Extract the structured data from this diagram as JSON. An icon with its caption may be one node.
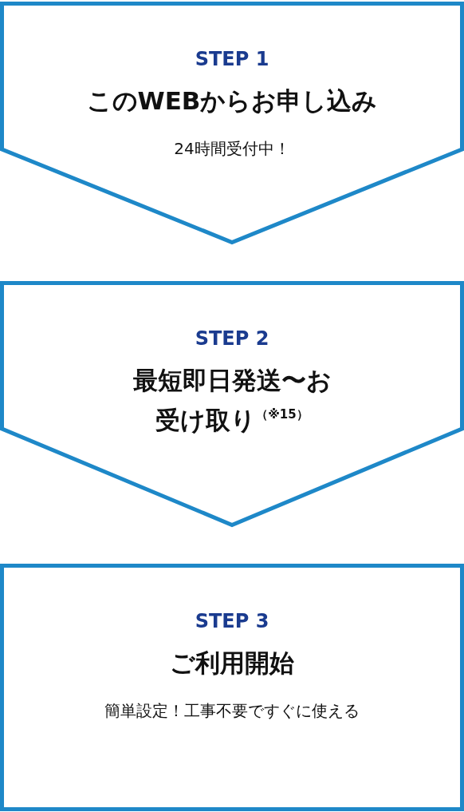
{
  "diagram": {
    "nodes": [
      {
        "text": [
          "STEP 1",
          "このWEBからお申し込み",
          "24時間受付中！"
        ]
      },
      {
        "text": [
          "STEP 2",
          "最短即日発送〜お受け取り$^{（※15）}$"
        ]
      },
      {
        "text": [
          "STEP 3",
          "ご利用開始",
          "簡単設定！工事不要ですぐに使える"
        ]
      }
    ]
  }
}
